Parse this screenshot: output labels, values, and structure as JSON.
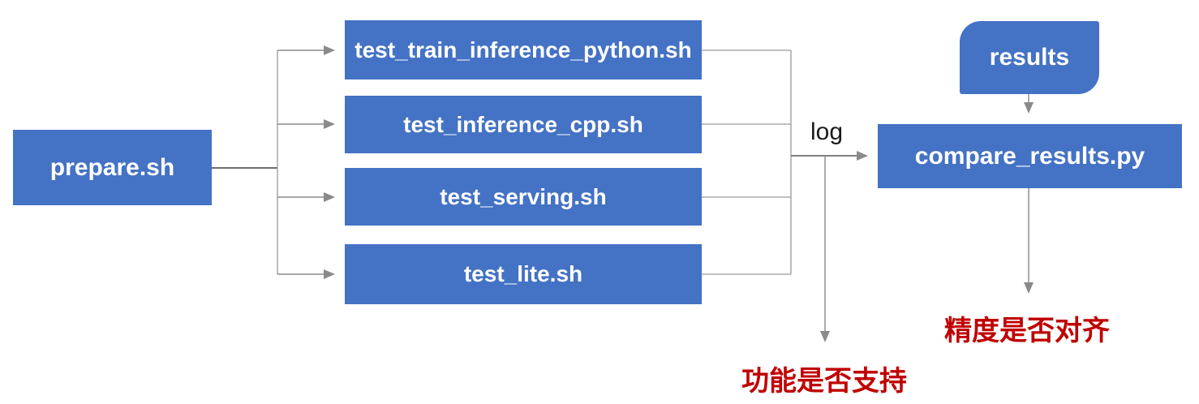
{
  "colors": {
    "node_fill": "#4472C4",
    "node_text": "#FFFFFF",
    "edge_gray": "#8A8A8A",
    "annotation_red": "#C00000",
    "edge_label_black": "#1A1A1A"
  },
  "nodes": {
    "prepare": {
      "label": "prepare.sh"
    },
    "tests": [
      {
        "label": "test_train_inference_python.sh"
      },
      {
        "label": "test_inference_cpp.sh"
      },
      {
        "label": "test_serving.sh"
      },
      {
        "label": "test_lite.sh"
      }
    ],
    "results": {
      "label": "results"
    },
    "compare": {
      "label": "compare_results.py"
    }
  },
  "edge_labels": {
    "log": "log"
  },
  "annotations": {
    "function_support": "功能是否支持",
    "precision_aligned": "精度是否对齐"
  }
}
